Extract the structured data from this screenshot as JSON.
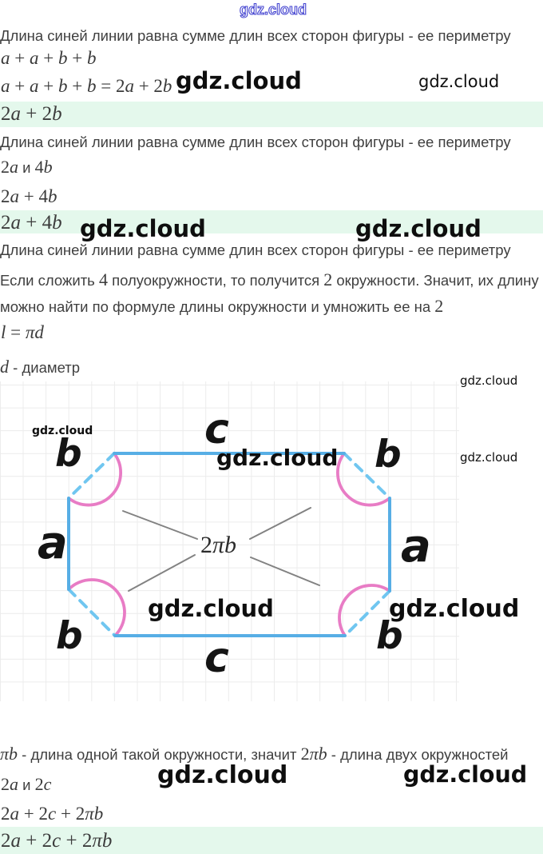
{
  "watermark": {
    "text": "gdz.cloud"
  },
  "section1": {
    "heading": "Длина синей линии равна сумме длин всех сторон фигуры - ее периметру",
    "step1": "a + a + b + b",
    "step2": "a + a + b + b = 2a + 2b",
    "answer": "2a + 2b"
  },
  "section2": {
    "heading": "Длина синей линии равна сумме длин всех сторон фигуры - ее периметру",
    "given": [
      [
        "m",
        "2a"
      ],
      [
        "t",
        " и "
      ],
      [
        "m",
        "4b"
      ]
    ],
    "step": "2a + 4b",
    "answer": "2a + 4b"
  },
  "section3": {
    "heading": "Длина синей линии равна сумме длин всех сторон фигуры - ее периметру",
    "para1": [
      [
        "t",
        "Если сложить "
      ],
      [
        "m",
        "4"
      ],
      [
        "t",
        " полуокружности, то получится "
      ],
      [
        "m",
        "2"
      ],
      [
        "t",
        " окружности. Значит, их длину"
      ]
    ],
    "para2": [
      [
        "t",
        "можно найти по формуле длины окружности и умножить ее на "
      ],
      [
        "m",
        "2"
      ]
    ],
    "formula": "l = πd",
    "note": [
      [
        "m",
        "d"
      ],
      [
        "t",
        " - диаметр"
      ]
    ]
  },
  "diagram": {
    "label_top": "c",
    "label_bottom": "c",
    "label_left": "a",
    "label_right": "a",
    "label_corner_tl": "b",
    "label_corner_tr": "b",
    "label_corner_bl": "b",
    "label_corner_br": "b",
    "label_center": "2πb",
    "colors": {
      "solid_line": "#57aee5",
      "dashed_line": "#70c6f0",
      "arc": "#e87cc5",
      "grid": "#ececec",
      "pointer": "#8b8b8b"
    }
  },
  "section4": {
    "para1": [
      [
        "m",
        "πb"
      ],
      [
        "t",
        " - длина одной такой окружности, значит "
      ],
      [
        "m",
        "2πb"
      ],
      [
        "t",
        " - длина двух окружностей"
      ]
    ],
    "given": [
      [
        "m",
        "2a"
      ],
      [
        "t",
        " и "
      ],
      [
        "m",
        "2c"
      ]
    ],
    "step": "2a + 2c + 2πb",
    "answer": "2a + 2c + 2πb"
  },
  "colors": {
    "answer_highlight_bg": "#e4f8ec",
    "body_text": "#3f3f3f",
    "math_text": "#3b3b3b",
    "watermark_outline": "#4444d0"
  }
}
